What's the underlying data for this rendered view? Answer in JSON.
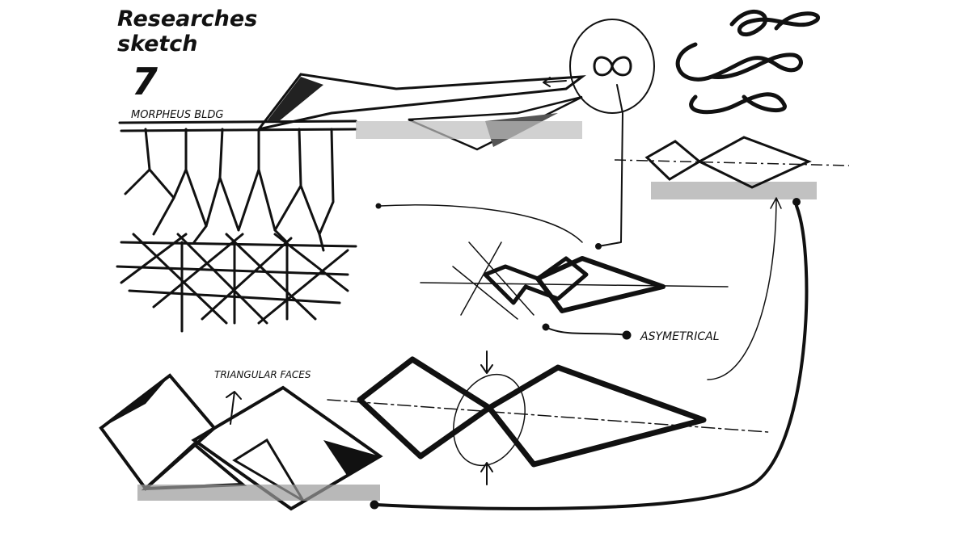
{
  "sketch": {
    "title_line1": "Researches",
    "title_line2": "sketch",
    "number": "7",
    "label_building": "MORPHEUS BLDG",
    "label_asymmetric": "ASYMETRICAL",
    "label_faces": "TRIANGULAR FACES"
  },
  "colors": {
    "ink": "#111111",
    "marker_gray": "#9a9a9a",
    "paper": "#ffffff"
  }
}
